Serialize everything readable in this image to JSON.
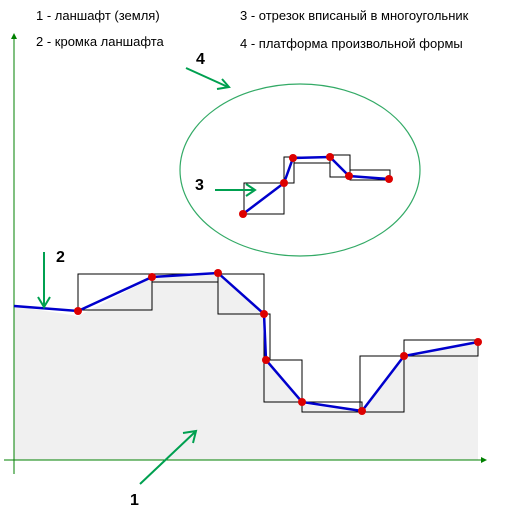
{
  "legend": {
    "item1": "1 - ланшафт (земля)",
    "item2": "2 - кромка ланшафта",
    "item3": "3 - отрезок вписаный в многоугольник",
    "item4": "4 - платформа произвольной формы"
  },
  "labels": {
    "one": "1",
    "two": "2",
    "three": "3",
    "four": "4"
  },
  "colors": {
    "axis": "#008000",
    "ground_fill": "#f0f0f0",
    "edge_line": "#0000cc",
    "vertex": "#dd0000",
    "box_stroke": "#000000",
    "arrow": "#00a050",
    "platform_ellipse": "#33aa66"
  }
}
